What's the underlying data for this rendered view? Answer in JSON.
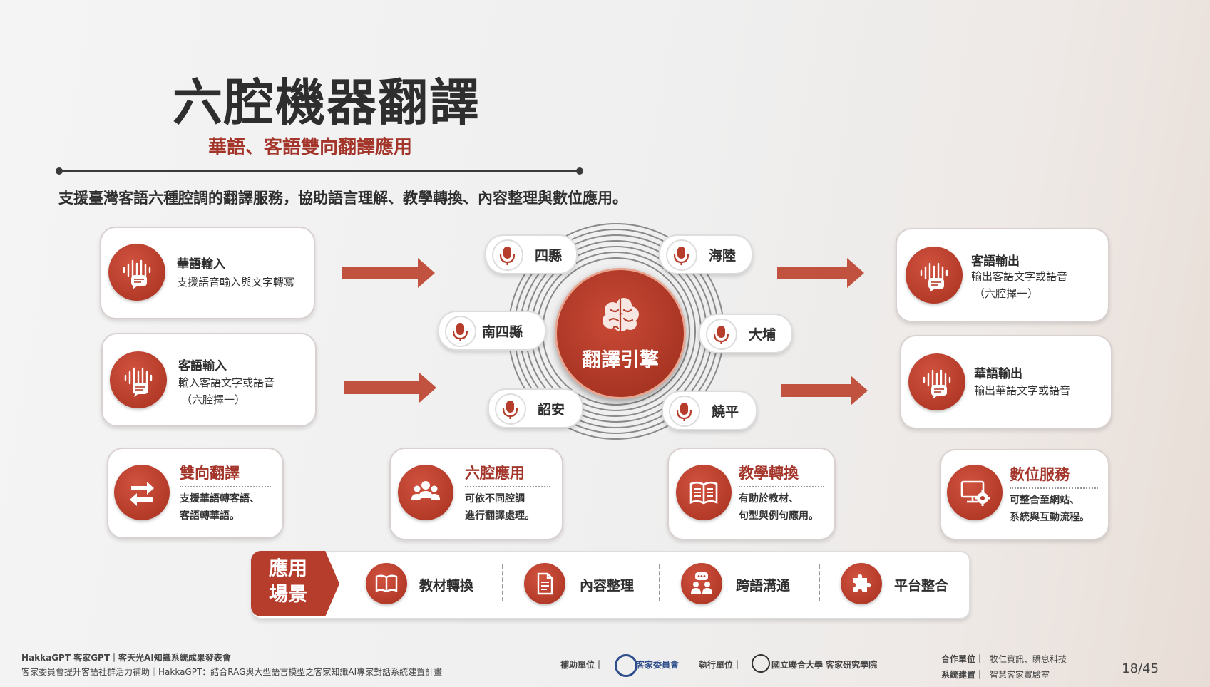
{
  "header": {
    "title": "六腔機器翻譯",
    "subtitle": "華語、客語雙向翻譯應用",
    "intro": "支援臺灣客語六種腔調的翻譯服務，協助語言理解、教學轉換、內容整理與數位應用。"
  },
  "inputs": [
    {
      "title": "華語輸入",
      "line1": "支援語音輸入與文字轉寫",
      "line2": ""
    },
    {
      "title": "客語輸入",
      "line1": "輸入客語文字或語音",
      "line2": "（六腔擇一）"
    }
  ],
  "outputs": [
    {
      "title": "客語輸出",
      "line1": "輸出客語文字或語音",
      "line2": "（六腔擇一）"
    },
    {
      "title": "華語輸出",
      "line1": "輸出華語文字或語音",
      "line2": ""
    }
  ],
  "engine": {
    "label": "翻譯引擎"
  },
  "dialects": [
    "四縣",
    "海陸",
    "南四縣",
    "大埔",
    "詔安",
    "饒平"
  ],
  "features": [
    {
      "title": "雙向翻譯",
      "line1": "支援華語轉客語、",
      "line2": "客語轉華語。"
    },
    {
      "title": "六腔應用",
      "line1": "可依不同腔調",
      "line2": "進行翻譯處理。"
    },
    {
      "title": "教學轉換",
      "line1": "有助於教材、",
      "line2": "句型與例句應用。"
    },
    {
      "title": "數位服務",
      "line1": "可整合至網站、",
      "line2": "系統與互動流程。"
    }
  ],
  "scenarios": {
    "tag_line1": "應用",
    "tag_line2": "場景",
    "items": [
      "教材轉換",
      "內容整理",
      "跨語溝通",
      "平台整合"
    ]
  },
  "footer": {
    "line1": "HakkaGPT 客家GPT｜客天光AI知識系統成果發表會",
    "line2": "客家委員會提升客語社群活力補助｜HakkaGPT：結合RAG與大型語言模型之客家知識AI專家對話系統建置計畫",
    "sponsor_label": "補助單位｜",
    "sponsor_name": "客家委員會",
    "executor_label": "執行單位｜",
    "executor_name": "國立聯合大學 客家研究學院",
    "partner_label": "合作單位｜",
    "partner_name": "牧仁資訊、瞬息科技",
    "builder_label": "系統建置｜",
    "builder_name": "智慧客家實驗室",
    "page": "18/45"
  },
  "colors": {
    "accent": "#b63d2c",
    "accent_light": "#c1523f",
    "text": "#2e2e2e"
  }
}
